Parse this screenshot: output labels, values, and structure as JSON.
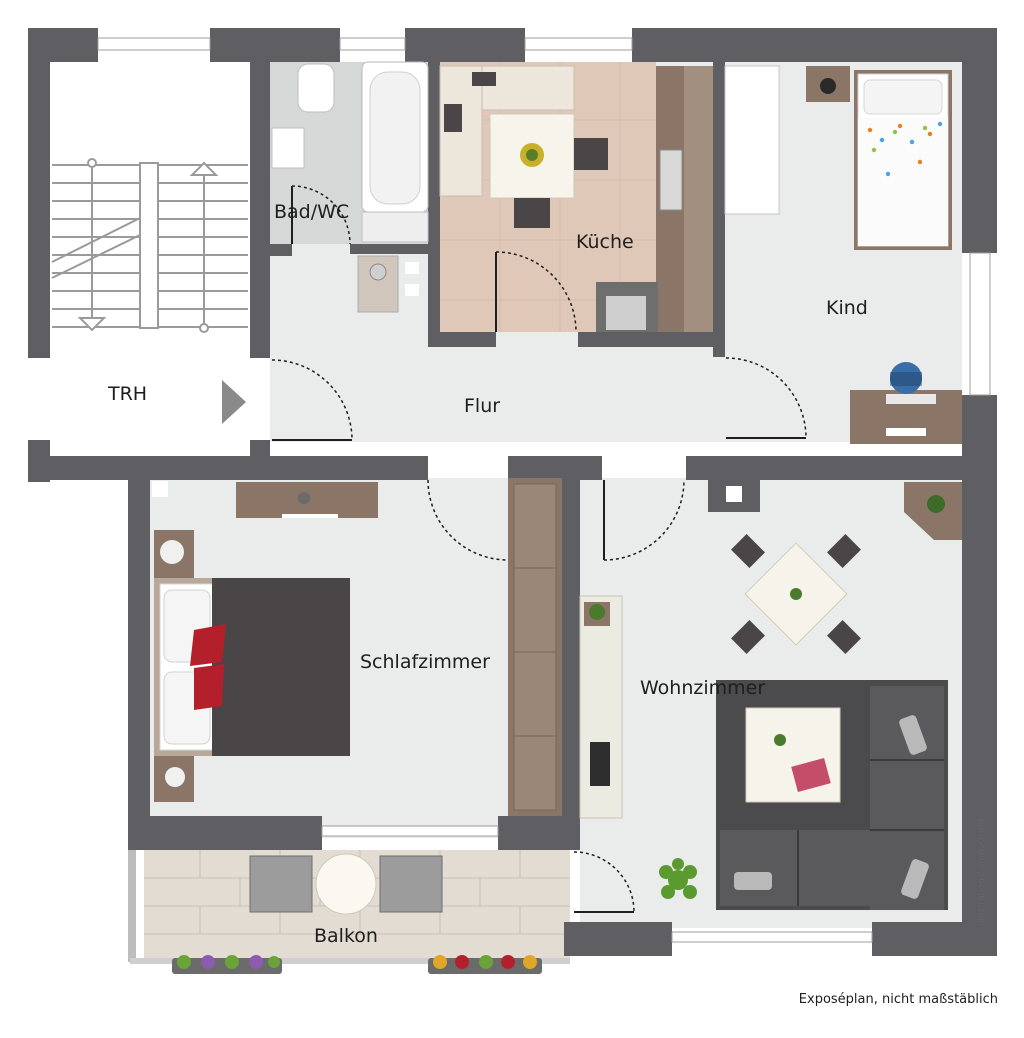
{
  "rooms": {
    "stairwell": "TRH",
    "bathroom": "Bad/WC",
    "kitchen": "Küche",
    "child_room": "Kind",
    "hallway": "Flur",
    "bedroom": "Schlafzimmer",
    "living_room": "Wohnzimmer",
    "balcony": "Balkon"
  },
  "caption": "Exposéplan, nicht maßstäblich",
  "credit": "illustration©immoGrafik",
  "colors": {
    "wall": "#5f5e62",
    "floor": "#e9ecea",
    "kitchen_tile": "#dfc8b8",
    "bath_tile": "#d6d8d8",
    "wood": "#8a7566",
    "sofa": "#4b4a4c",
    "bed": "#4a4647",
    "pillow_red": "#b3202c",
    "balcony_tile": "#e3dcd3"
  }
}
